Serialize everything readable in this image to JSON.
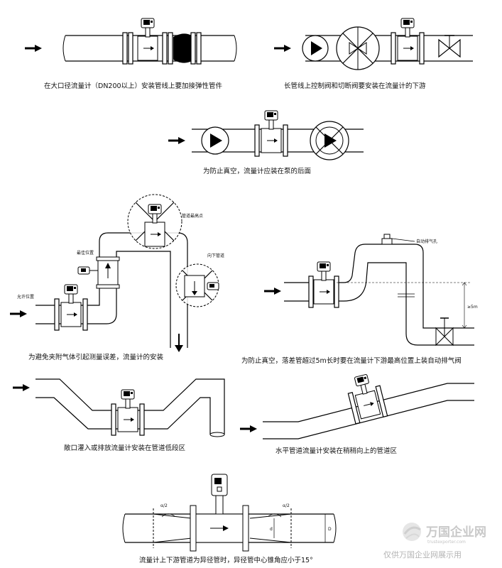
{
  "captions": {
    "c1": "在大口径流量计（DN200以上）安装管线上要加接弹性管件",
    "c2": "长管线上控制阀和切断阀要安装在流量计的下游",
    "c3": "为防止真空，流量计应装在泵的后面",
    "c4": "为避免夹附气体引起测量误差，流量计的安装",
    "c5": "为防止真空，落差管超过5m长时要在流量计下游最高位置上装自动排气阀",
    "c6": "敞口灌入或排放流量计安装在管道低段区",
    "c7": "水平管道流量计安装在稍稍向上的管道区",
    "c8": "流量计上下游管道为异径管时，异径管中心锥角应小于15°"
  },
  "labels": {
    "top_point": "管道最高点",
    "good_pos": "最佳位置",
    "allowed_pos": "允许位置",
    "down_pipe": "向下管道",
    "auto_vent": "自动排气孔",
    "height_5m": "≥5m",
    "angle_a1": "α/2",
    "angle_a2": "α/2",
    "dim_d1": "d",
    "dim_d2": "D"
  },
  "watermark": {
    "name": "万国企业网",
    "url": "trustexporter.com",
    "note": "仅供万国企业网展示用"
  },
  "icons": [
    "flow-arrow-icon",
    "pump-icon",
    "valve-icon",
    "flowmeter-icon",
    "flexible-joint-icon",
    "exhaust-valve-icon"
  ]
}
